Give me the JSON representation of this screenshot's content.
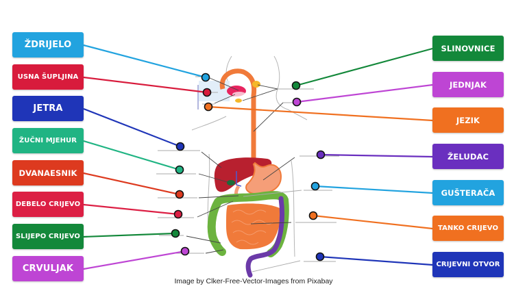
{
  "credit": "Image by Clker-Free-Vector-Images from Pixabay",
  "labels_left": [
    {
      "id": "zdrijelo",
      "text": "ŽDRIJELO",
      "color": "#22a3df"
    },
    {
      "id": "usna-supljina",
      "text": "USNA ŠUPLJINA",
      "color": "#d81b3c"
    },
    {
      "id": "jetra",
      "text": "JETRA",
      "color": "#1f35b8"
    },
    {
      "id": "zucni-mjehur",
      "text": "ŽUČNI MJEHUR",
      "color": "#20b483"
    },
    {
      "id": "dvanaesnik",
      "text": "DVANAESNIK",
      "color": "#dd3a1f"
    },
    {
      "id": "debelo-crijevo",
      "text": "DEBELO CRIJEVO",
      "color": "#dc1f44"
    },
    {
      "id": "slijepo-crijevo",
      "text": "SLIJEPO CRIJEVO",
      "color": "#13883a"
    },
    {
      "id": "crvuljak",
      "text": "CRVULJAK",
      "color": "#be45d4"
    }
  ],
  "labels_right": [
    {
      "id": "slinovnice",
      "text": "SLINOVNICE",
      "color": "#13883a"
    },
    {
      "id": "jednjak",
      "text": "JEDNJAK",
      "color": "#be45d4"
    },
    {
      "id": "jezik",
      "text": "JEZIK",
      "color": "#f07020"
    },
    {
      "id": "zeludac",
      "text": "ŽELUDAC",
      "color": "#6a2fbf"
    },
    {
      "id": "gusteraca",
      "text": "GUŠTERAČA",
      "color": "#22a3df"
    },
    {
      "id": "tanko-crijevo",
      "text": "TANKO CRIJEVO",
      "color": "#f07020"
    },
    {
      "id": "crijevni-otvor",
      "text": "CRIJEVNI OTVOR",
      "color": "#1f35b8"
    }
  ]
}
